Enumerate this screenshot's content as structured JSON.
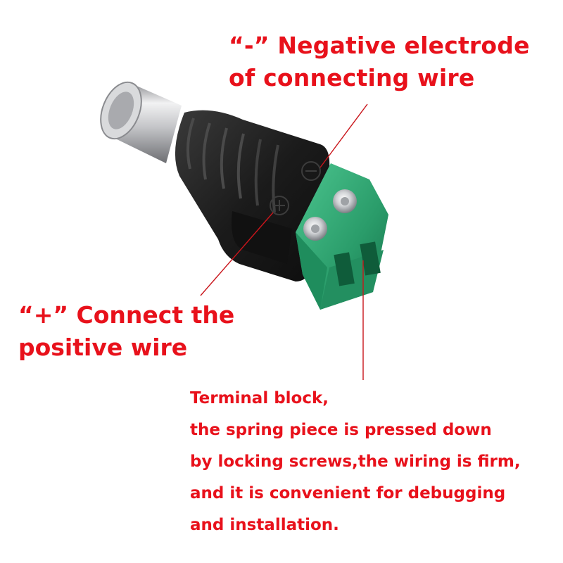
{
  "annotations": {
    "negative": {
      "lines": [
        "“-” Negative electrode",
        "of connecting wire"
      ]
    },
    "positive": {
      "lines": [
        "“+” Connect the",
        "positive wire"
      ]
    },
    "terminal_block": {
      "lines": [
        "Terminal block,",
        "the spring piece is pressed down",
        "by locking screws,the wiring is firm,",
        "and it is convenient for debugging",
        "and installation."
      ]
    }
  },
  "colors": {
    "annotation_text": "#e8111b",
    "leader_line": "#c9151b",
    "terminal_green": "#2fa573",
    "connector_body": "#1c1c1c",
    "barrel_metal": "#c9c9cb"
  },
  "polarity_marks": [
    "−",
    "+"
  ]
}
